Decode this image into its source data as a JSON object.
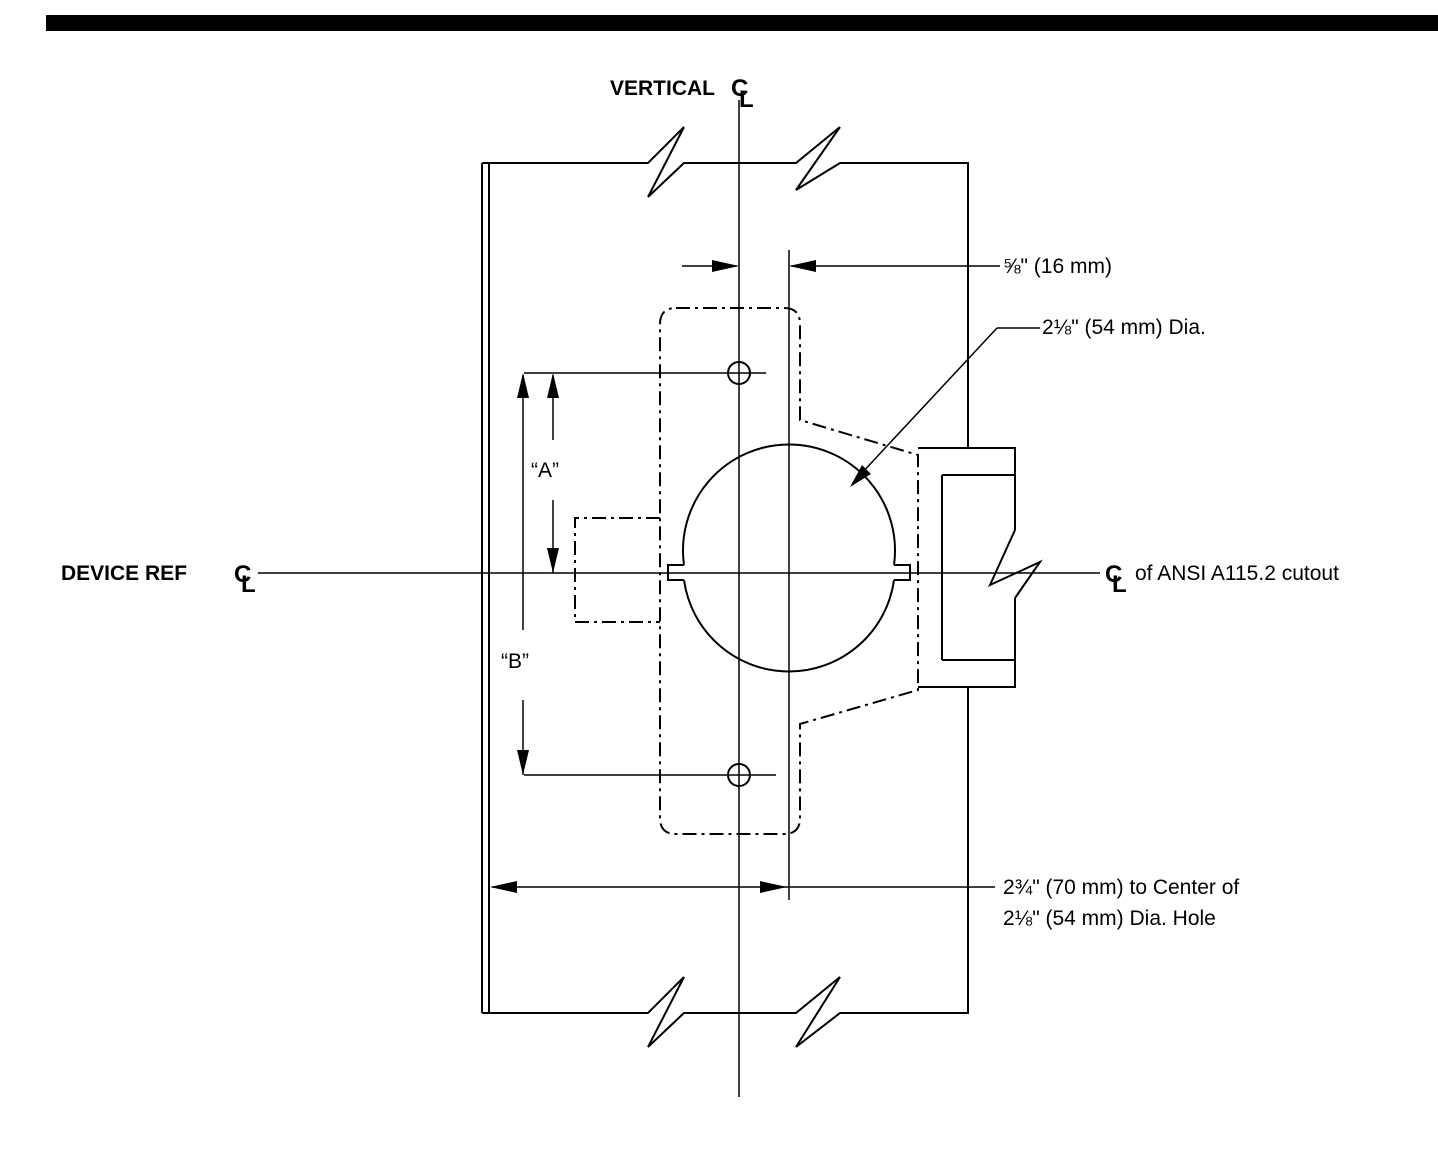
{
  "labels": {
    "vertical_cl": "VERTICAL",
    "device_ref_cl": "DEVICE REF",
    "ansi_cutout": "of ANSI A115.2 cutout",
    "dim_16mm": "⅝\" (16 mm)",
    "dim_54mm_dia": "2⅛\" (54 mm) Dia.",
    "dim_a": "“A”",
    "dim_b": "“B”",
    "dim_70mm_line1": "2¾\" (70 mm) to Center of",
    "dim_70mm_line2": "2⅛\" (54 mm) Dia. Hole"
  },
  "symbols": {
    "centerline_c": "C",
    "centerline_l": "L"
  }
}
